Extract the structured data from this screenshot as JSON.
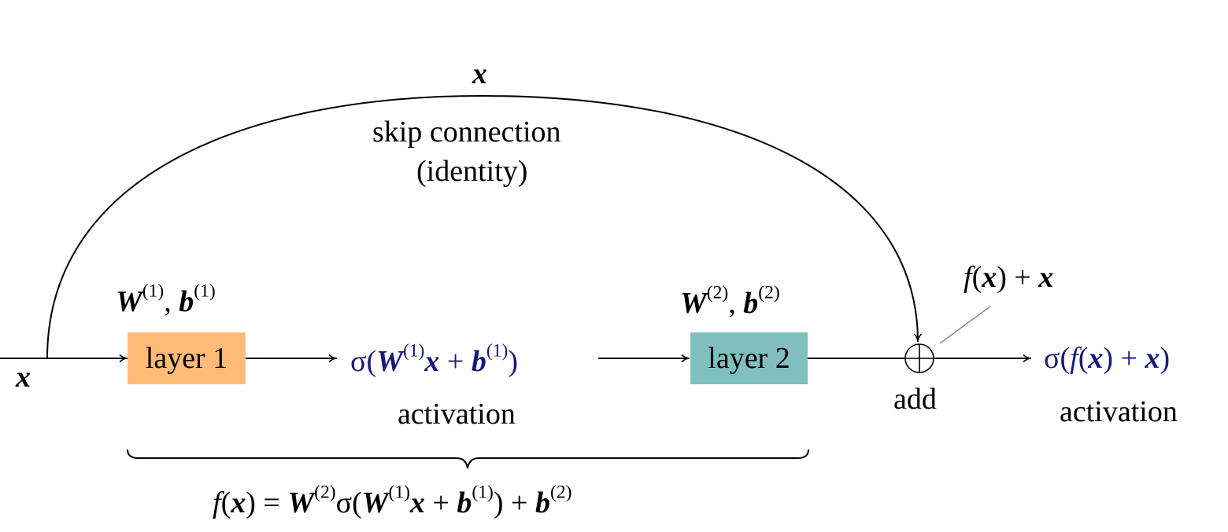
{
  "colors": {
    "layer1_fill": "#ffbb77",
    "layer2_fill": "#80bfbf",
    "activation_text": "#1a1a7a",
    "line": "#000000"
  },
  "skip": {
    "symbol": "x",
    "title_line1": "skip connection",
    "title_line2": "(identity)"
  },
  "input": {
    "symbol": "x"
  },
  "layer1": {
    "label": "layer 1",
    "params": {
      "w": "W",
      "w_sup": "(1)",
      "sep": ", ",
      "b": "b",
      "b_sup": "(1)"
    }
  },
  "layer2": {
    "label": "layer 2",
    "params": {
      "w": "W",
      "w_sup": "(2)",
      "sep": ", ",
      "b": "b",
      "b_sup": "(2)"
    }
  },
  "act1": {
    "sigma": "σ(",
    "w": "W",
    "w_sup": "(1)",
    "x": "x",
    "plus": " + ",
    "b": "b",
    "b_sup": "(1)",
    "close": ")",
    "caption": "activation"
  },
  "add": {
    "caption": "add",
    "annotation": {
      "f": "f",
      "open": "(",
      "x": "x",
      "close": ") + ",
      "x2": "x"
    }
  },
  "output": {
    "sigma": "σ(",
    "f": "f",
    "open": "(",
    "x": "x",
    "close": ") + ",
    "x2": "x",
    "end": ")",
    "caption": "activation"
  },
  "brace_formula": {
    "f": "f",
    "open": "(",
    "x": "x",
    "eq": ") = ",
    "w2": "W",
    "w2_sup": "(2)",
    "sigma": "σ(",
    "w1": "W",
    "w1_sup": "(1)",
    "x2": "x",
    "plus": " + ",
    "b1": "b",
    "b1_sup": "(1)",
    "close": ") + ",
    "b2": "b",
    "b2_sup": "(2)"
  }
}
